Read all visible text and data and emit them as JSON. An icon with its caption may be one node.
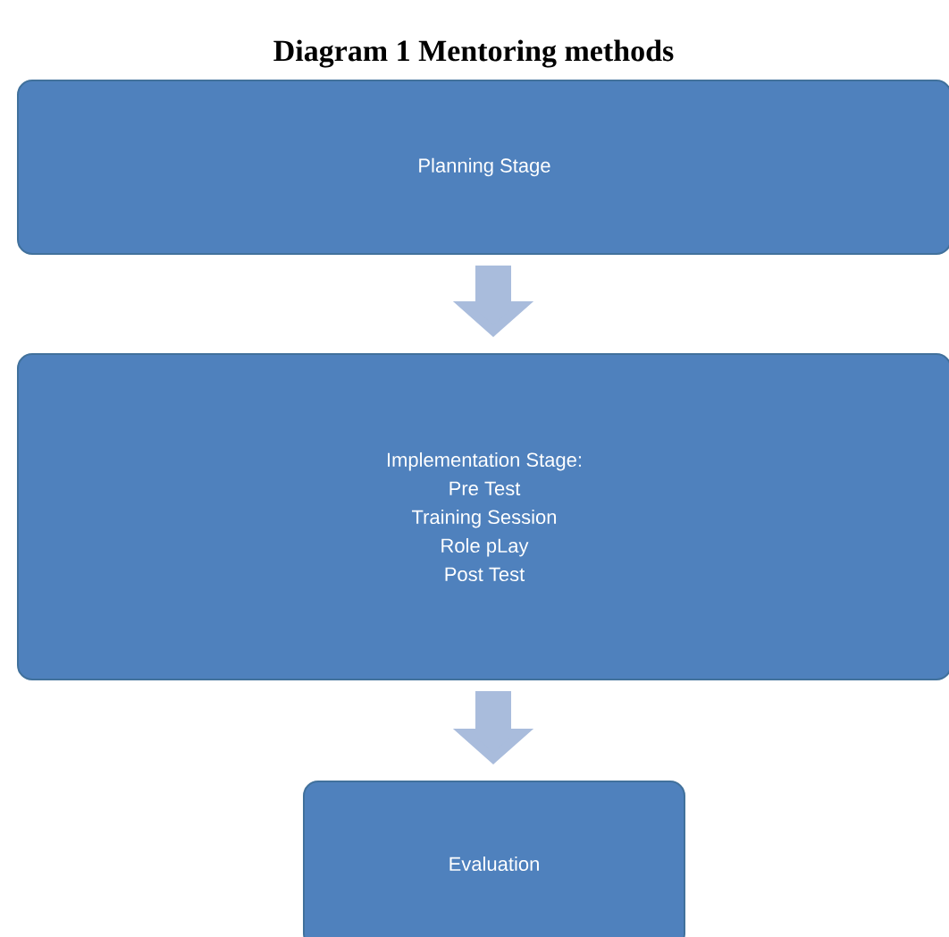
{
  "diagram": {
    "title": "Diagram 1 Mentoring methods",
    "nodes": [
      {
        "text": [
          "Planning Stage"
        ]
      },
      {
        "text": [
          "Implementation Stage:",
          "Pre Test",
          "Training Session",
          "Role pLay",
          "Post Test"
        ]
      },
      {
        "text": [
          "Evaluation"
        ]
      }
    ],
    "edges": [
      {
        "from": 0,
        "to": 1,
        "arrow": "to"
      },
      {
        "from": 1,
        "to": 2,
        "arrow": "to"
      }
    ]
  }
}
